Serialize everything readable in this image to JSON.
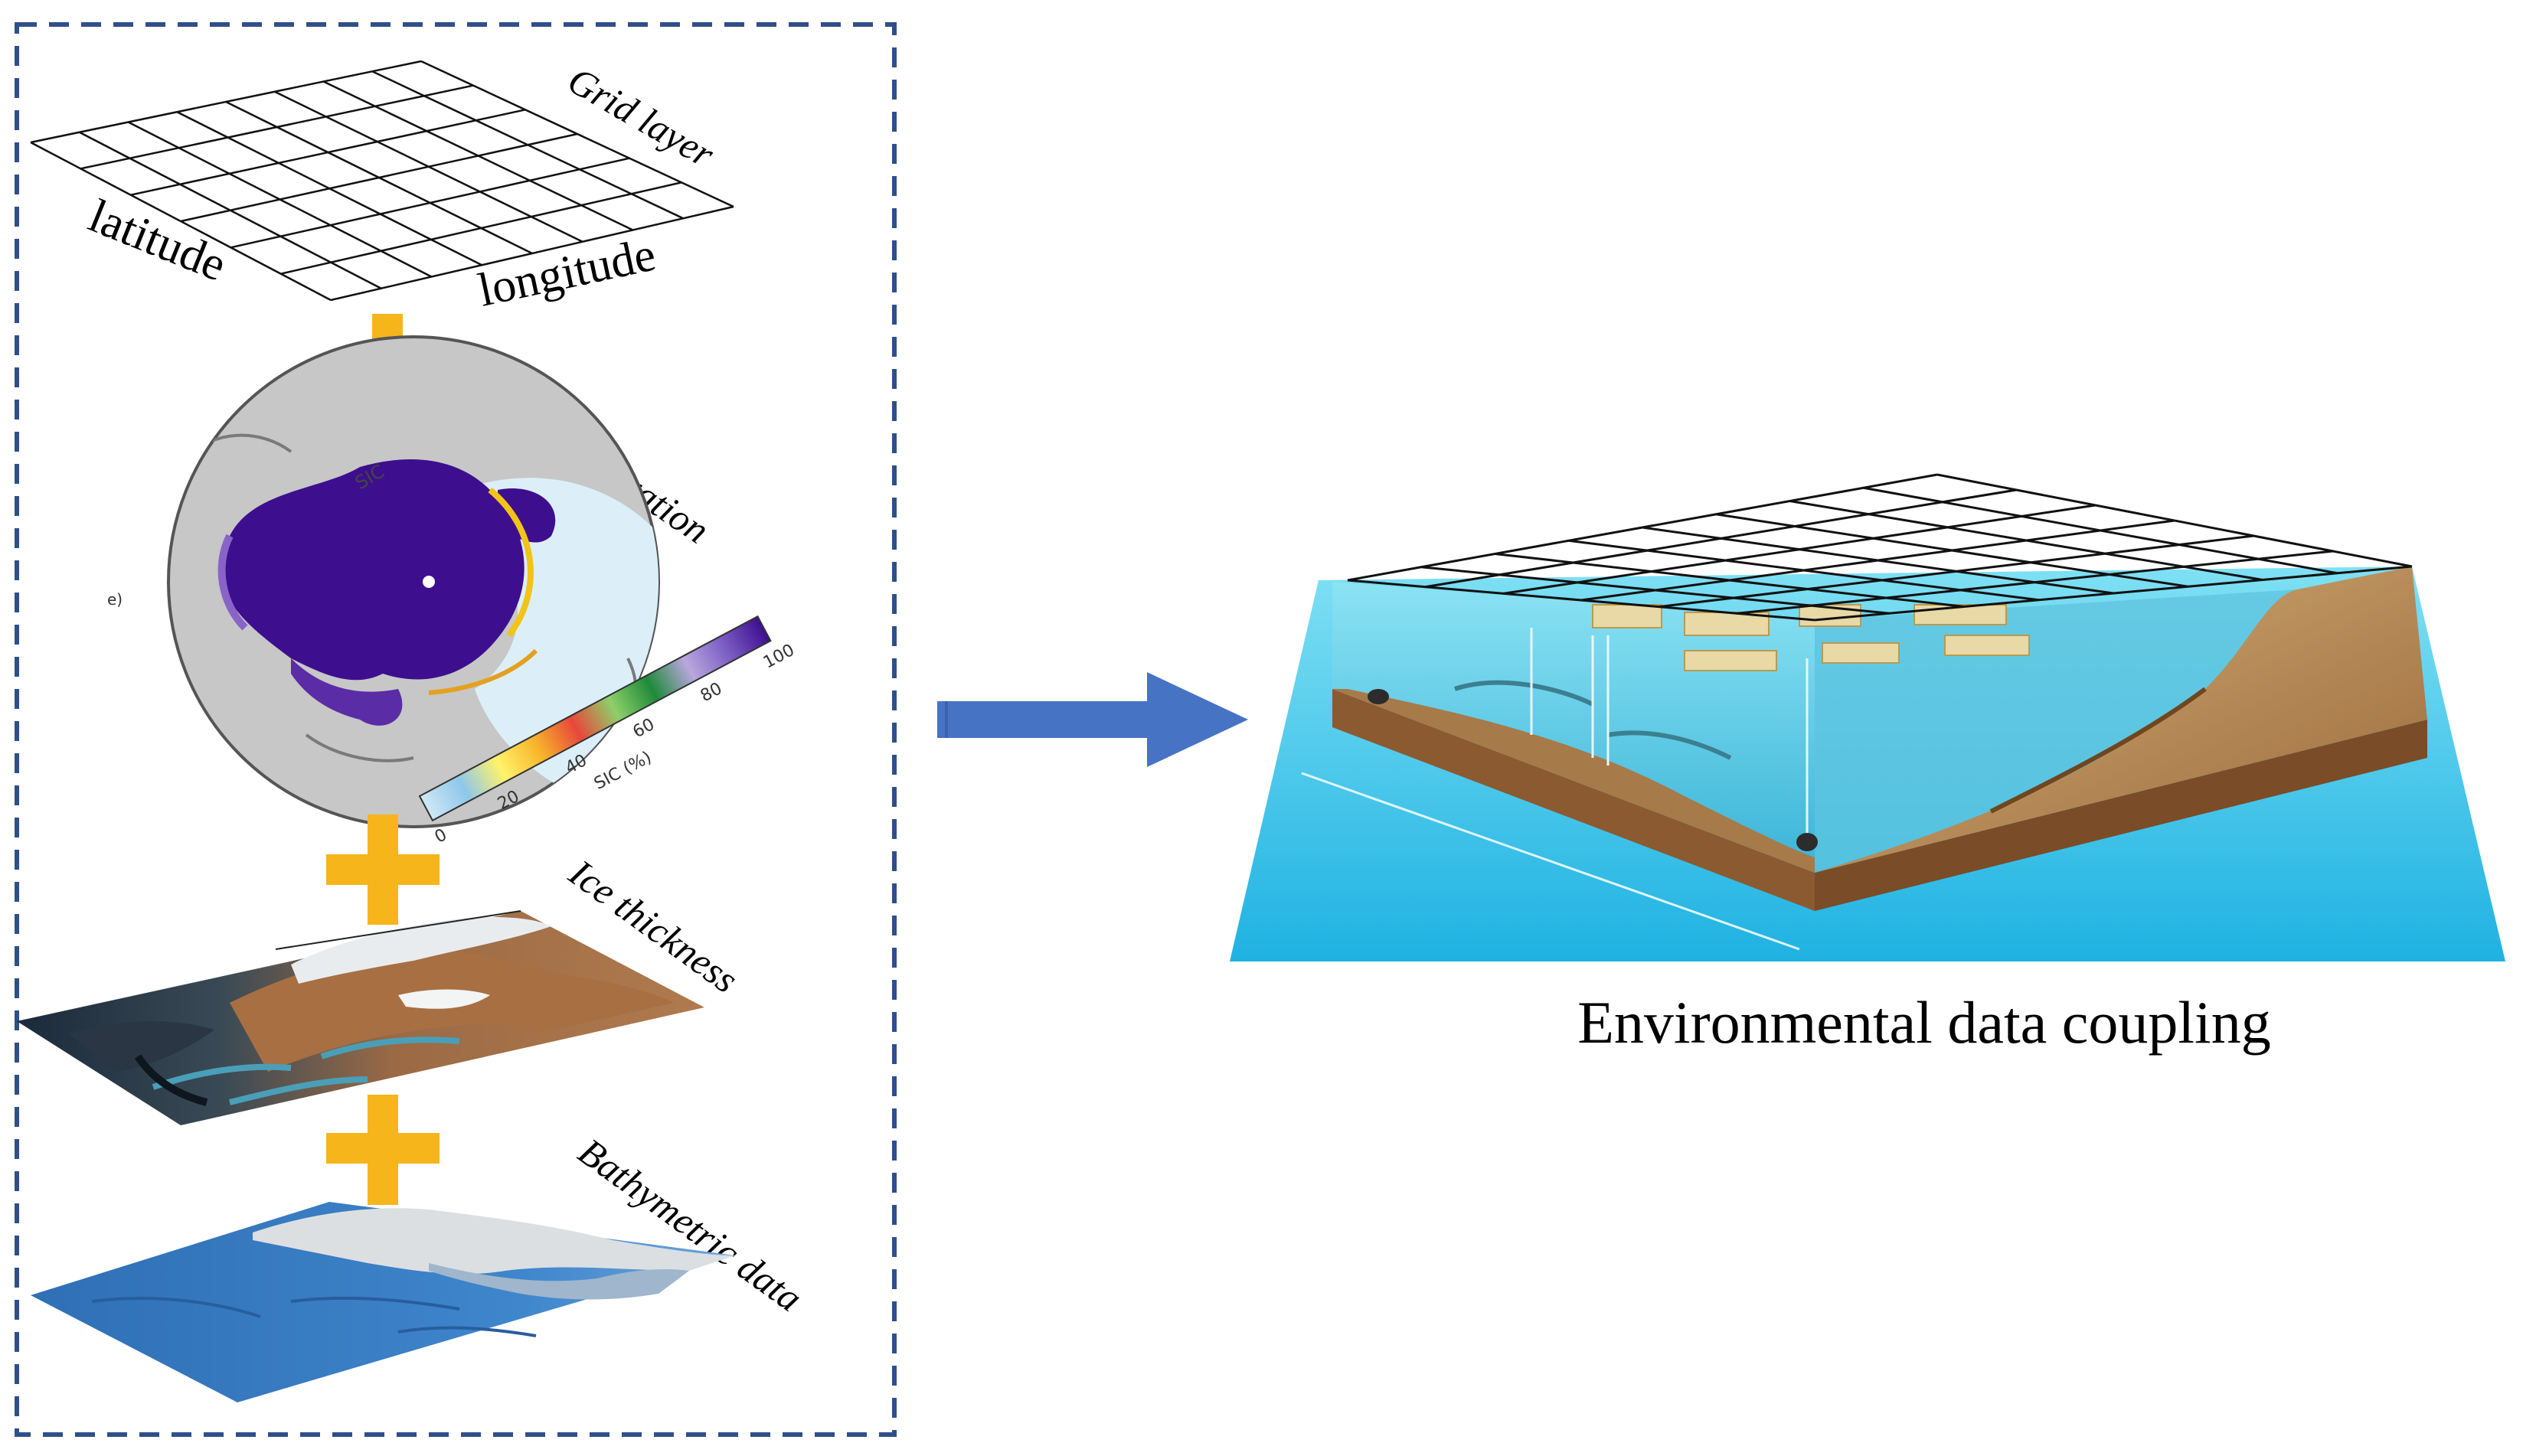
{
  "layers": {
    "grid": {
      "title": "Grid layer",
      "axis_lat": "latitude",
      "axis_lon": "longitude"
    },
    "ice_concentration": {
      "title": "Ice concentration",
      "map_title": "SIC",
      "panel_tag": "e)",
      "colorbar_label": "SIC (%)",
      "colorbar_ticks": [
        "0",
        "20",
        "40",
        "60",
        "80",
        "100"
      ],
      "colorbar_colors": [
        "#cfe8f6",
        "#8fc7ea",
        "#fff36a",
        "#f7b32b",
        "#e8473b",
        "#8ecf6a",
        "#1f8a3a",
        "#b9a7dd",
        "#7a5cc4",
        "#3d0f8f"
      ]
    },
    "ice_thickness": {
      "title": "Ice thickness"
    },
    "bathymetry": {
      "title": "Bathymetric data"
    }
  },
  "output": {
    "caption": "Environmental data coupling"
  },
  "colors": {
    "frame_dash": "#2f4f8a",
    "plus": "#f6b51a",
    "arrow": "#4673c4",
    "ice_purple": "#3d0f8f",
    "sea": "#3fc6e8"
  }
}
